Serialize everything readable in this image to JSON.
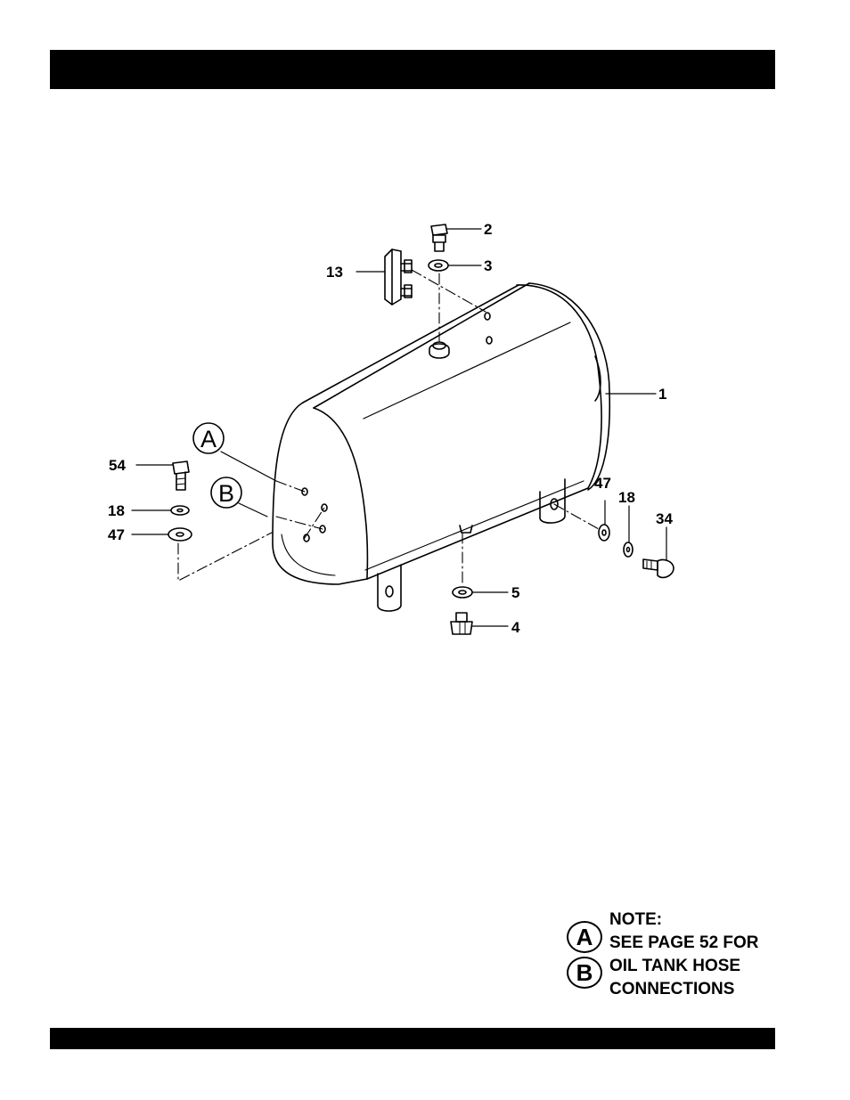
{
  "callouts": {
    "c1": "1",
    "c2": "2",
    "c3": "3",
    "c4": "4",
    "c5": "5",
    "c13": "13",
    "c54": "54",
    "c18_left": "18",
    "c47_left": "47",
    "c47_right": "47",
    "c18_right": "18",
    "c34": "34",
    "marker_a": "A",
    "marker_b": "B"
  },
  "note": {
    "title": "NOTE:",
    "marker_a": "A",
    "marker_b": "B",
    "line1": "SEE PAGE 52 FOR",
    "line2": "OIL TANK HOSE",
    "line3": "CONNECTIONS"
  }
}
